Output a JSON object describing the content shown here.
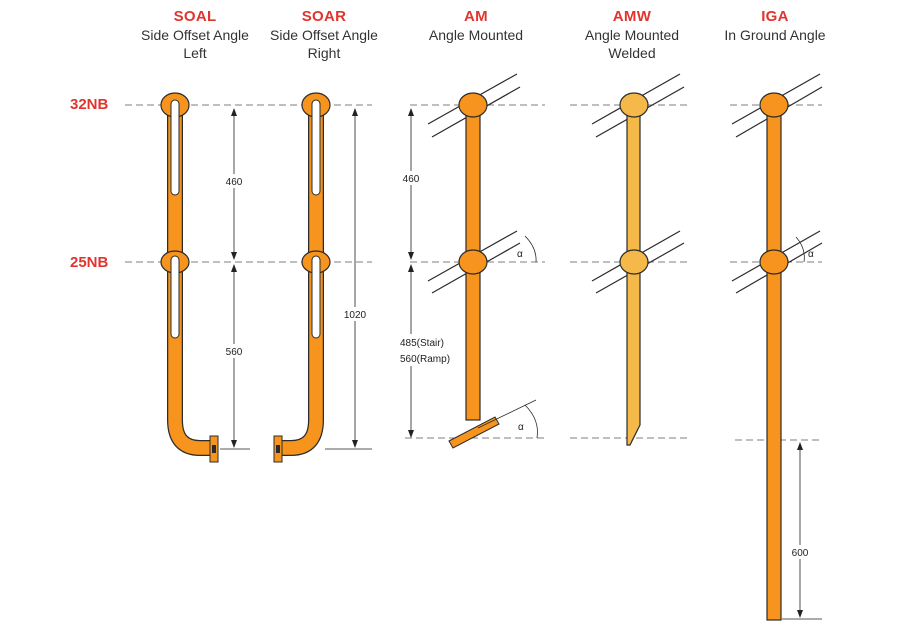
{
  "columns": [
    {
      "code": "SOAL",
      "desc1": "Side Offset Angle",
      "desc2": "Left"
    },
    {
      "code": "SOAR",
      "desc1": "Side Offset Angle",
      "desc2": "Right"
    },
    {
      "code": "AM",
      "desc1": "Angle Mounted",
      "desc2": ""
    },
    {
      "code": "AMW",
      "desc1": "Angle Mounted",
      "desc2": "Welded"
    },
    {
      "code": "IGA",
      "desc1": "In Ground Angle",
      "desc2": ""
    }
  ],
  "sizes": {
    "top": "32NB",
    "middle": "25NB"
  },
  "dimensions": {
    "soal_upper": "460",
    "soal_lower": "560",
    "soar_total": "1020",
    "am_upper": "460",
    "am_lower_1": "485(Stair)",
    "am_lower_2": "560(Ramp)",
    "iga_ground": "600"
  },
  "angle_symbol": "α",
  "colors": {
    "pipe": "#f7941d",
    "pipe_outline": "#2b2b2b",
    "heading": "#e0352f",
    "weld": "#f5b94a"
  }
}
